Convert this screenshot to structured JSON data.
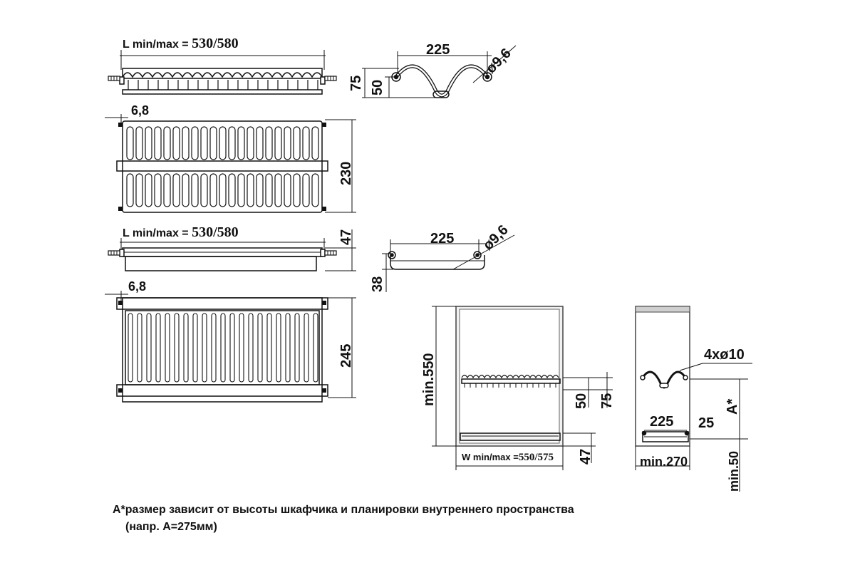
{
  "labels": {
    "l_prefix_top": "L min/max = ",
    "l_value_top": "530/580",
    "l_prefix_bottom": "L min/max = ",
    "l_value_bottom": "530/580",
    "offset_top": "6,8",
    "offset_bottom": "6,8",
    "height_plate_top": "230",
    "height_plate_bottom": "245",
    "side_height_75": "75",
    "side_height_50": "50",
    "side_width_225_top": "225",
    "side_diam_top": "ø9,6",
    "tray_height_47": "47",
    "side_width_225_bottom": "225",
    "side_diam_bottom": "ø9,6",
    "side_height_38": "38",
    "cab_min550": "min.550",
    "cab_50": "50",
    "cab_75": "75",
    "cab_47": "47",
    "cab_w_prefix": "W min/max =",
    "cab_w_value": "550/575",
    "prof_holes": "4xø10",
    "prof_a": "A*",
    "prof_225": "225",
    "prof_25": "25",
    "prof_min270": "min.270",
    "prof_min50": "min.50"
  },
  "note": {
    "line1": "A*размер зависит от высоты шкафчика и планировки внутреннего пространства",
    "line2": "(напр. А=275мм)"
  }
}
